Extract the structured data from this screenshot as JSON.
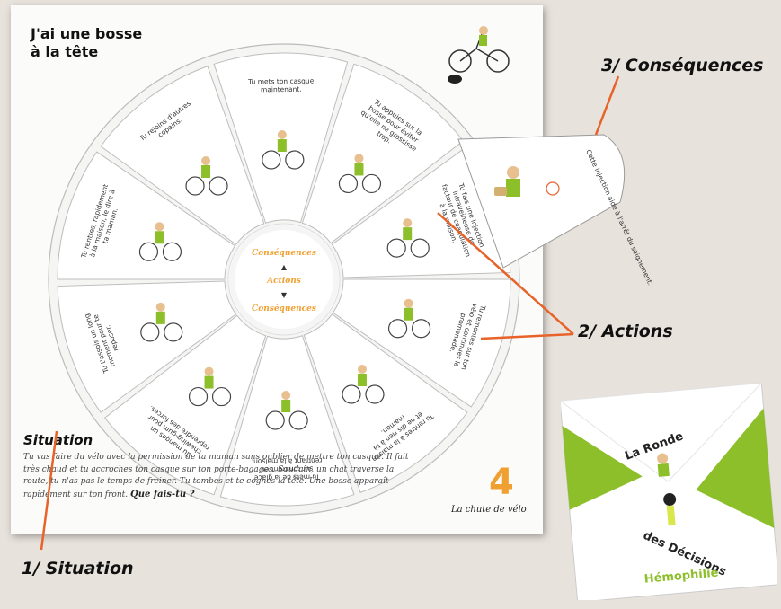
{
  "card": {
    "title_line1": "J'ai une bosse",
    "title_line2": "à la tête",
    "number": "4",
    "name": "La chute de vélo"
  },
  "situation": {
    "heading": "Situation",
    "text": "Tu vas faire du vélo avec la permission de ta maman sans oublier de mettre ton casque. Il fait très chaud et tu accroches ton casque sur ton porte-bagages. Soudain, un chat traverse la route, tu n'as pas le temps de freiner. Tu tombes et te cognes la tête. Une bosse apparaît rapidement sur ton front.",
    "question": "Que fais-tu ?"
  },
  "wheel": {
    "center_top": "Conséquences",
    "center_mid": "Actions",
    "center_bottom": "Conséquences",
    "segments": [
      "Tu mets ton casque maintenant.",
      "Tu appuies sur la bosse pour éviter qu'elle ne grossisse trop.",
      "Tu fais une injection intraveineuse de facteur de coagulation à la maison.",
      "Tu remontes sur ton vélo et continues la promenade.",
      "Tu rentres à la maison et ne dis rien à ta maman.",
      "Tu mets de la glace sur ton front en rentrant à la maison.",
      "Tu manges un chewing-gum pour reprendre des forces.",
      "Tu t'assois un long moment pour te reposer.",
      "Tu rentres, rapidement à la maison, le dire à ta maman.",
      "Tu rejoins d'autres copains."
    ],
    "pulled_consequence": "Cette injection aide à l'arrêt du saignement."
  },
  "callouts": {
    "consequences": "3/ Conséquences",
    "actions": "2/ Actions",
    "situation": "1/ Situation"
  },
  "product": {
    "title_top": "La Ronde",
    "title_bottom": "des Décisions",
    "brand": "Hémophilie"
  },
  "colors": {
    "accent_orange": "#f0a030",
    "arrow_orange": "#e8632a",
    "envelope_green": "#8dbf2a"
  }
}
